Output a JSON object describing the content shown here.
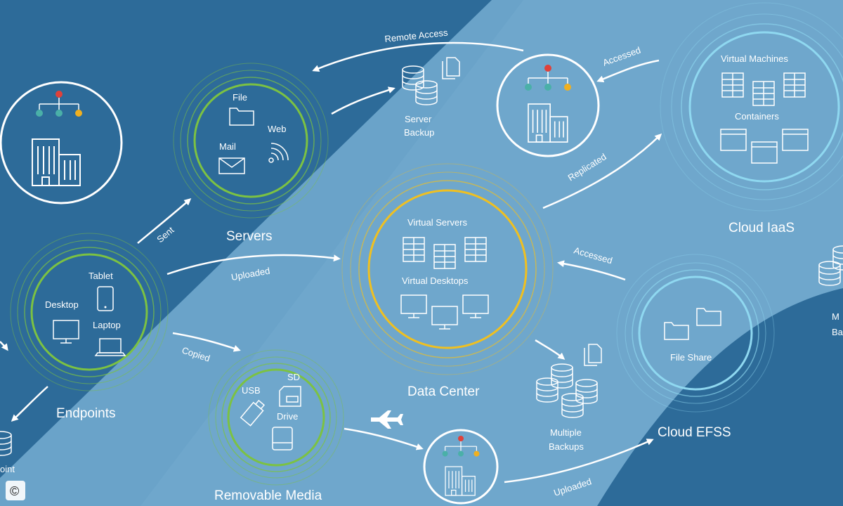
{
  "labels": {
    "endpoints": "Endpoints",
    "tablet": "Tablet",
    "desktop": "Desktop",
    "laptop": "Laptop",
    "servers": "Servers",
    "file": "File",
    "mail": "Mail",
    "web": "Web",
    "server_backup_1": "Server",
    "server_backup_2": "Backup",
    "data_center": "Data Center",
    "virtual_servers": "Virtual Servers",
    "virtual_desktops": "Virtual Desktops",
    "removable_media": "Removable Media",
    "usb": "USB",
    "sd": "SD",
    "drive": "Drive",
    "multiple_backups_1": "Multiple",
    "multiple_backups_2": "Backups",
    "cloud_iaas": "Cloud IaaS",
    "virtual_machines": "Virtual Machines",
    "containers": "Containers",
    "cloud_efss": "Cloud EFSS",
    "file_share": "File Share",
    "partial_right_1": "M",
    "partial_right_2": "Ba",
    "partial_left": "oint",
    "copyright": "©"
  },
  "arrows": {
    "remote_access": "Remote Access",
    "accessed_top": "Accessed",
    "replicated": "Replicated",
    "sent": "Sent",
    "uploaded_mid": "Uploaded",
    "accessed_mid": "Accessed",
    "copied": "Copied",
    "uploaded_bottom": "Uploaded"
  },
  "colors": {
    "background_dark": "#2d6b99",
    "background_light": "#6aa3c9",
    "ring_green": "#7cc242",
    "ring_yellow": "#f0c020",
    "ring_cyan": "#8fd8f0",
    "icon_red": "#e0413a",
    "icon_teal": "#4ab0a8",
    "icon_gold": "#f0b020"
  },
  "icons": [
    "org-chart-icon",
    "building-icon",
    "folder-icon",
    "mail-icon",
    "wifi-icon",
    "database-icon",
    "document-icon",
    "server-rack-icon",
    "monitor-icon",
    "tablet-icon",
    "laptop-icon",
    "usb-icon",
    "sd-card-icon",
    "drive-icon",
    "window-icon",
    "airplane-icon"
  ]
}
